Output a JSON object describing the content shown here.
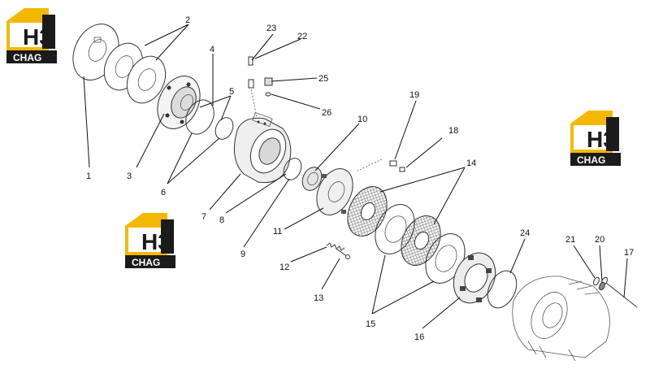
{
  "logo": {
    "mark": "H3",
    "word": "CHAG",
    "colors": {
      "yellow": "#f5b800",
      "dark": "#1b1b1b",
      "white": "#ffffff"
    }
  },
  "labels": [
    {
      "id": "1",
      "text": "1"
    },
    {
      "id": "2",
      "text": "2"
    },
    {
      "id": "3",
      "text": "3"
    },
    {
      "id": "4",
      "text": "4"
    },
    {
      "id": "5",
      "text": "5"
    },
    {
      "id": "6",
      "text": "6"
    },
    {
      "id": "7",
      "text": "7"
    },
    {
      "id": "8",
      "text": "8"
    },
    {
      "id": "9",
      "text": "9"
    },
    {
      "id": "10",
      "text": "10"
    },
    {
      "id": "11",
      "text": "11"
    },
    {
      "id": "12",
      "text": "12"
    },
    {
      "id": "13",
      "text": "13"
    },
    {
      "id": "14",
      "text": "14"
    },
    {
      "id": "15",
      "text": "15"
    },
    {
      "id": "16",
      "text": "16"
    },
    {
      "id": "17",
      "text": "17"
    },
    {
      "id": "18",
      "text": "18"
    },
    {
      "id": "19",
      "text": "19"
    },
    {
      "id": "20",
      "text": "20"
    },
    {
      "id": "21",
      "text": "21"
    },
    {
      "id": "22",
      "text": "22"
    },
    {
      "id": "23",
      "text": "23"
    },
    {
      "id": "24",
      "text": "24"
    },
    {
      "id": "25",
      "text": "25"
    },
    {
      "id": "26",
      "text": "26"
    }
  ]
}
